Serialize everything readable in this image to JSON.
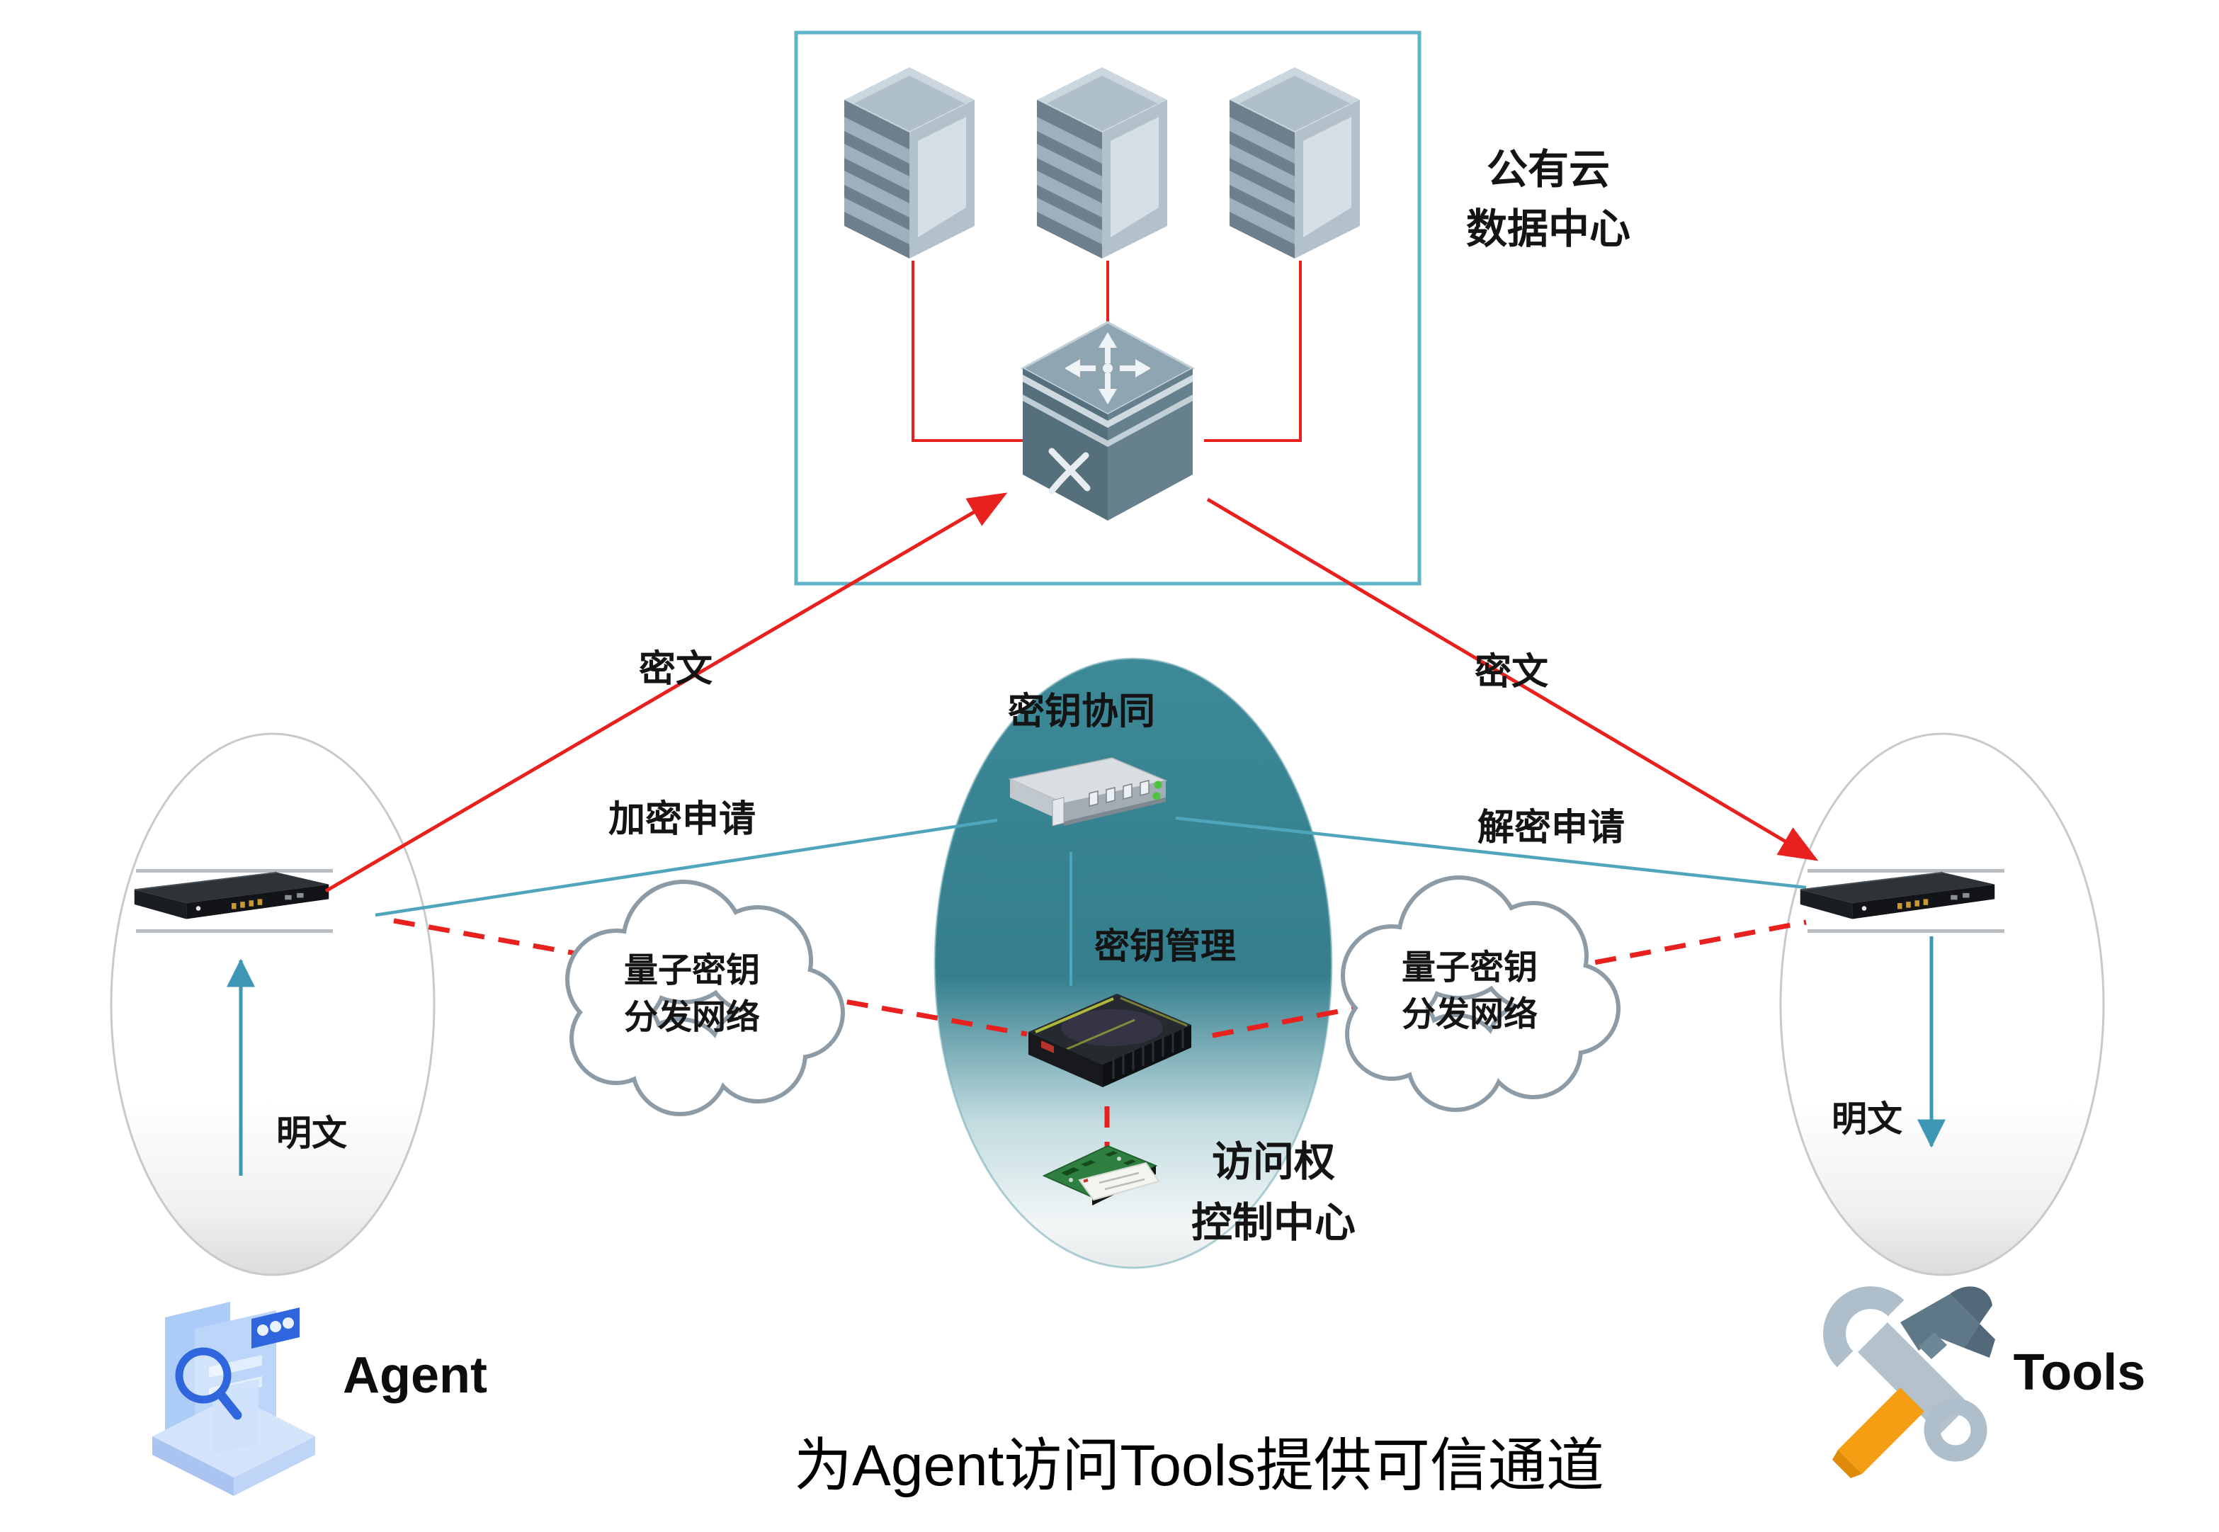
{
  "diagram": {
    "datacenter": {
      "line1": "公有云",
      "line2": "数据中心"
    },
    "key_coordination_label": "密钥协同",
    "key_management_label": "密钥管理",
    "access_control": {
      "line1": "访问权",
      "line2": "控制中心"
    },
    "qkd_cloud": {
      "line1": "量子密钥",
      "line2": "分发网络"
    },
    "ciphertext_label": "密文",
    "plaintext_label": "明文",
    "encrypt_request_label": "加密申请",
    "decrypt_request_label": "解密申请",
    "agent_label": "Agent",
    "tools_label": "Tools",
    "caption": "为Agent访问Tools提供可信通道"
  },
  "colors": {
    "red_line": "#E8211F",
    "teal_line": "#4FA6BC",
    "box_border": "#5FB4C9",
    "ellipse_teal": "#3A8593",
    "cloud_border": "#8C9BA6",
    "orange_handle": "#F59D13"
  }
}
